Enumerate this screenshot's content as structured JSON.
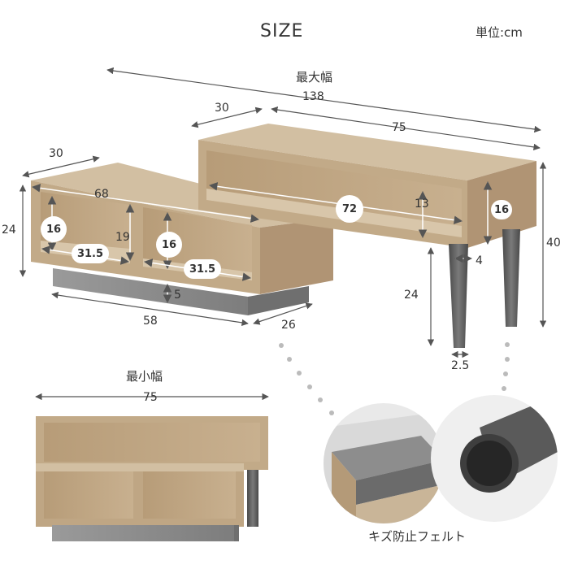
{
  "header": {
    "title": "SIZE",
    "unit_label": "単位:cm"
  },
  "max_width_section": {
    "heading": "最大幅",
    "overall_width": "138",
    "top_shelf_depth": "30",
    "top_shelf_width": "75",
    "lower_shelf_depth": "30",
    "lower_shelf_width": "68",
    "height_left": "24",
    "inner_height_left": "16",
    "inner_height_middle": "16",
    "divider_height": "19",
    "inner_width_left": "31.5",
    "inner_width_right": "31.5",
    "base_height": "5",
    "base_width": "58",
    "base_depth": "26",
    "inner_width_top": "72",
    "inner_height_top": "13",
    "top_box_height": "16",
    "total_height": "40",
    "leg_offset": "4",
    "leg_height": "24",
    "leg_diameter": "2.5"
  },
  "min_width_section": {
    "heading": "最小幅",
    "width": "75"
  },
  "detail": {
    "caption": "キズ防止フェルト"
  },
  "colors": {
    "wood": "#c9b598",
    "wood_dark": "#a88f6c",
    "base_gray": "#8c8c8c",
    "leg_gray": "#5d5d5d",
    "dim_line": "#555555"
  }
}
